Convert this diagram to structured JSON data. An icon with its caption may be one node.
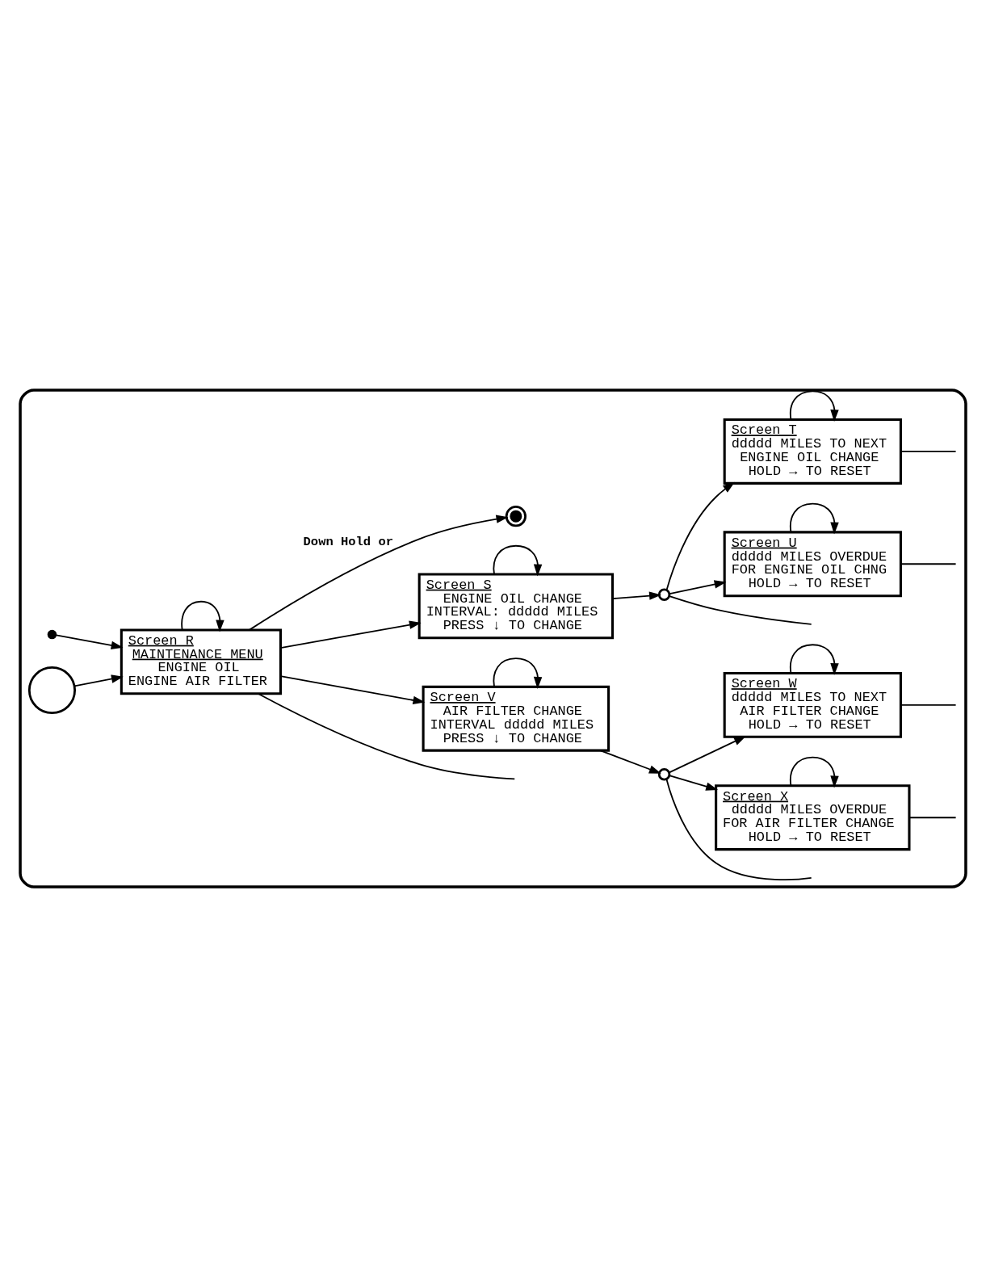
{
  "diagram": {
    "nodes": [
      {
        "text": [],
        "shape": "box"
      },
      {
        "text": [],
        "shape": "circle",
        "in": 0
      },
      {
        "text": [],
        "shape": "dot",
        "in": 0
      },
      {
        "text": [
          "Screen R",
          "MAINTENANCE MENU",
          "ENGINE OIL",
          "ENGINE AIR FILTER"
        ],
        "in": 0
      },
      {
        "text": [],
        "shape": "bullseye",
        "in": 0
      },
      {
        "text": [
          "Screen T",
          "ddddd MILES TO NEXT ENGINE OIL CHANGE HOLD → TO RESET"
        ],
        "in": 0
      },
      {
        "text": [
          "Screen S",
          "ENGINE OIL CHANGE INTERVAL: ddddd MILES PRESS ↓ TO CHANGE"
        ],
        "in": 0
      },
      {
        "text": [],
        "shape": "circle",
        "in": 0
      },
      {
        "text": [
          "Screen U",
          "ddddd MILES OVERDUE FOR ENGINE OIL CHNG HOLD → TO RESET"
        ],
        "in": 0
      },
      {
        "text": [
          "Screen W",
          "ddddd MILES TO NEXT AIR FILTER CHANGE HOLD → TO RESET"
        ],
        "in": 0
      },
      {
        "text": [
          "Screen V",
          "AIR FILTER CHANGE INTERVAL ddddd MILES PRESS ↓ TO CHANGE"
        ],
        "in": 0
      },
      {
        "text": [],
        "shape": "circle",
        "in": 0
      },
      {
        "text": [
          "Screen X",
          "ddddd MILES OVERDUE FOR AIR FILTER CHANGE HOLD → TO RESET"
        ],
        "in": 0
      }
    ],
    "edges": [
      {
        "from": 1,
        "to": 3,
        "arrow": "to"
      },
      {
        "from": 2,
        "to": 3,
        "arrow": "to"
      },
      {
        "from": 3,
        "to": 4,
        "arrow": "to",
        "label": "Down Hold or"
      },
      {
        "from": 3,
        "to": 3,
        "arrow": "to"
      },
      {
        "from": 3,
        "to": 6,
        "arrow": "to"
      },
      {
        "from": 3,
        "to": 10,
        "arrow": "to"
      },
      {
        "from": 3,
        "to": null,
        "arrow": "none"
      },
      {
        "from": 5,
        "to": 5,
        "arrow": "to"
      },
      {
        "from": 5,
        "to": null,
        "arrow": "none"
      },
      {
        "from": 6,
        "to": 6,
        "arrow": "to"
      },
      {
        "from": 6,
        "to": 7,
        "arrow": "to"
      },
      {
        "from": 7,
        "to": 5,
        "arrow": "to"
      },
      {
        "from": 7,
        "to": 8,
        "arrow": "to"
      },
      {
        "from": 7,
        "to": null,
        "arrow": "none"
      },
      {
        "from": 8,
        "to": 8,
        "arrow": "to"
      },
      {
        "from": 8,
        "to": null,
        "arrow": "none"
      },
      {
        "from": 9,
        "to": 9,
        "arrow": "to"
      },
      {
        "from": 9,
        "to": null,
        "arrow": "none"
      },
      {
        "from": 10,
        "to": 10,
        "arrow": "to"
      },
      {
        "from": 10,
        "to": 11,
        "arrow": "to"
      },
      {
        "from": 11,
        "to": 9,
        "arrow": "to"
      },
      {
        "from": 11,
        "to": 12,
        "arrow": "to"
      },
      {
        "from": 11,
        "to": null,
        "arrow": "none"
      },
      {
        "from": 12,
        "to": 12,
        "arrow": "to"
      },
      {
        "from": 12,
        "to": null,
        "arrow": "none"
      }
    ]
  }
}
